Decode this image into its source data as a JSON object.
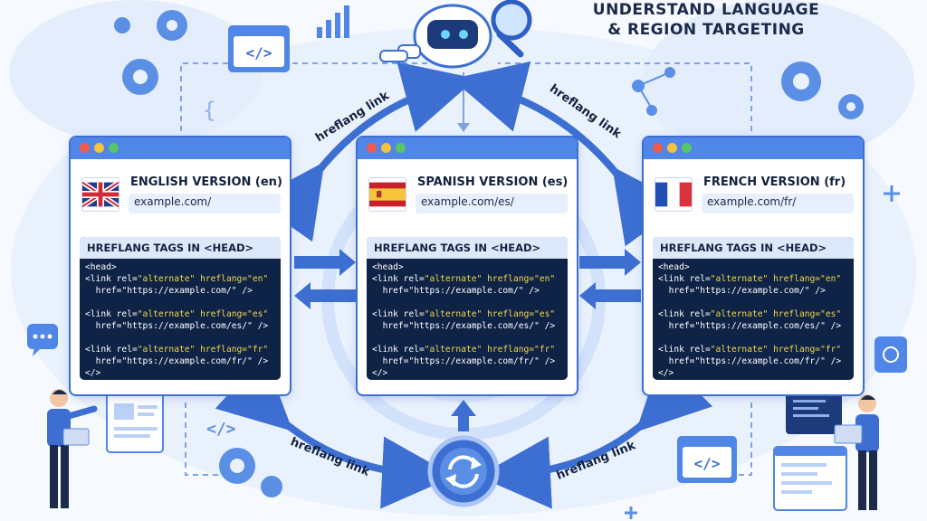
{
  "title": {
    "line1": "UNDERSTAND LANGUAGE",
    "line2": "& REGION TARGETING"
  },
  "link_label": "hreflang link",
  "code_tag": "</>",
  "cards": [
    {
      "version": "ENGLISH VERSION (en)",
      "url": "example.com/",
      "tags_heading": "HREFLANG TAGS IN <HEAD>",
      "code": {
        "head_open": "<head>",
        "l1a": "<link rel=",
        "l1v": "\"alternate\" hreflang=\"en\"",
        "l1b": "href=\"https://example.com/\" />",
        "l2a": "<link rel=",
        "l2v": "\"alternate\" hreflang=\"es\"",
        "l2b": "href=\"https://example.com/es/\" />",
        "l3a": "<link rel=",
        "l3v": "\"alternate\" hreflang=\"fr\"",
        "l3b": "href=\"https://example.com/fr/\" />",
        "head_close": "</>"
      }
    },
    {
      "version": "SPANISH VERSION (es)",
      "url": "example.com/es/",
      "tags_heading": "HREFLANG TAGS IN <HEAD>",
      "code": {
        "head_open": "<head>",
        "l1a": "<link rel=",
        "l1v": "\"alternate\" hreflang=\"en\"",
        "l1b": "href=\"https://example.com/\" />",
        "l2a": "<link rel=",
        "l2v": "\"alternate\" hreflang=\"es\"",
        "l2b": "href=\"https://example.com/es/\" />",
        "l3a": "<link rel=",
        "l3v": "\"alternate\" hreflang=\"fr\"",
        "l3b": "href=\"https://example.com/fr/\" />",
        "head_close": "</>"
      }
    },
    {
      "version": "FRENCH VERSION (fr)",
      "url": "example.com/fr/",
      "tags_heading": "HREFLANG TAGS IN <HEAD>",
      "code": {
        "head_open": "<head>",
        "l1a": "<link rel=",
        "l1v": "\"alternate\" hreflang=\"en\"",
        "l1b": "href=\"https://example.com/\" />",
        "l2a": "<link rel=",
        "l2v": "\"alternate\" hreflang=\"es\"",
        "l2b": "href=\"https://example.com/es/\" />",
        "l3a": "<link rel=",
        "l3v": "\"alternate\" hreflang=\"fr\"",
        "l3b": "href=\"https://example.com/fr/\" />",
        "head_close": "</>"
      }
    }
  ],
  "colors": {
    "accent": "#3d6fd3",
    "code_bg": "#0f2347",
    "highlight": "#f1d64c",
    "background": "#f6f9fe"
  },
  "icons": [
    "robot-icon",
    "magnifier-icon",
    "gear-icon",
    "bar-chart-icon",
    "code-window-icon",
    "network-icon",
    "chat-bubble-icon",
    "sync-icon",
    "person-with-laptop-icon",
    "plus-sparkle-icon"
  ]
}
